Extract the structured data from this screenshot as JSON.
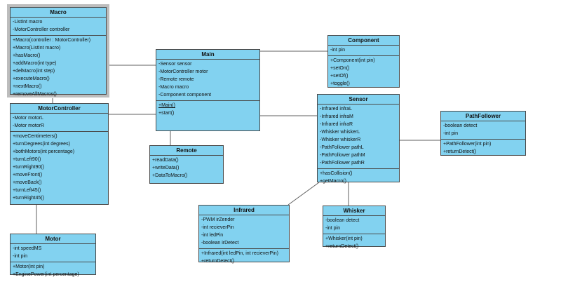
{
  "diagram": {
    "type": "uml-class-diagram",
    "colors": {
      "box_fill": "#82d2f0",
      "box_border": "#4a4a4a",
      "connector": "#5f5f5f",
      "selection_frame": "#bdbdbd",
      "background": "#ffffff"
    }
  },
  "classes": {
    "macro": {
      "title": "Macro",
      "selected": true,
      "attributes": [
        "-ListInt macro",
        "-MotorController controller"
      ],
      "methods": [
        "+Macro(controller : MotorController)",
        "+Macro(ListInt macro)",
        "+hasMacro()",
        "+addMacro(int type)",
        "+delMacro(int step)",
        "+executeMacro()",
        "+nextMacro()",
        "+removeAllMacros()"
      ]
    },
    "motorcontroller": {
      "title": "MotorController",
      "attributes": [
        "-Motor motorL",
        "-Motor motorR"
      ],
      "methods": [
        "+moveCentimeters()",
        "+turnDegrees(int degrees)",
        "+bothMotors(int percentage)",
        "+turnLeft90()",
        "+turnRight90()",
        "+moveFront()",
        "+moveBack()",
        "+turnLeft45()",
        "+turnRight45()"
      ]
    },
    "motor": {
      "title": "Motor",
      "attributes": [
        "-int speedMS",
        "-int pin"
      ],
      "methods": [
        "+Motor(int pin)",
        "+EnginePower(int percentage)"
      ]
    },
    "main": {
      "title": "Main",
      "attributes": [
        "-Sensor sensor",
        "-MotorController motor",
        "-Remote remote",
        "-Macro macro",
        "-Component component"
      ],
      "methods": [
        {
          "text": "+Main()",
          "underline": true
        },
        "+start()"
      ]
    },
    "remote": {
      "title": "Remote",
      "attributes": [],
      "methods": [
        "+readData()",
        "+writeData()",
        "+DataToMacro()"
      ]
    },
    "component": {
      "title": "Component",
      "attributes": [
        "-int pin"
      ],
      "methods": [
        "+Component(int pin)",
        "+setOn()",
        "+setOf()",
        "+toggle()"
      ]
    },
    "sensor": {
      "title": "Sensor",
      "attributes": [
        "-Infrared infraL",
        "-Infrared infraM",
        "-Infrared infraR",
        "-Whisker whiskerL",
        "-Whisker whiskerR",
        "-PathFollower pathL",
        "-PathFollower pathM",
        "-PathFollower pathR"
      ],
      "methods": [
        "+hasCollision()",
        "+getMacro()"
      ]
    },
    "pathfollower": {
      "title": "PathFollower",
      "attributes": [
        "-boolean detect",
        "-int pin"
      ],
      "methods": [
        "+PathFollower(int pin)",
        "+returnDetect()"
      ]
    },
    "infrared": {
      "title": "Infrared",
      "attributes": [
        "-PWM irZender",
        "-int recieverPin",
        "-int ledPin",
        "-boolean irDetect"
      ],
      "methods": [
        "+Infrared(int ledPin, int recieverPin)",
        "+returnDetect()"
      ]
    },
    "whisker": {
      "title": "Whisker",
      "attributes": [
        "-boolean detect",
        "-int pin"
      ],
      "methods": [
        "+Whisker(int pin)",
        "+returnDetect()"
      ]
    }
  },
  "relationships": [
    {
      "from": "Macro",
      "to": "Main"
    },
    {
      "from": "Macro",
      "to": "MotorController"
    },
    {
      "from": "MotorController",
      "to": "Main"
    },
    {
      "from": "MotorController",
      "to": "Motor"
    },
    {
      "from": "Main",
      "to": "Remote"
    },
    {
      "from": "Main",
      "to": "Component"
    },
    {
      "from": "Main",
      "to": "Sensor"
    },
    {
      "from": "Sensor",
      "to": "PathFollower"
    },
    {
      "from": "Sensor",
      "to": "Infrared"
    },
    {
      "from": "Sensor",
      "to": "Whisker"
    }
  ]
}
